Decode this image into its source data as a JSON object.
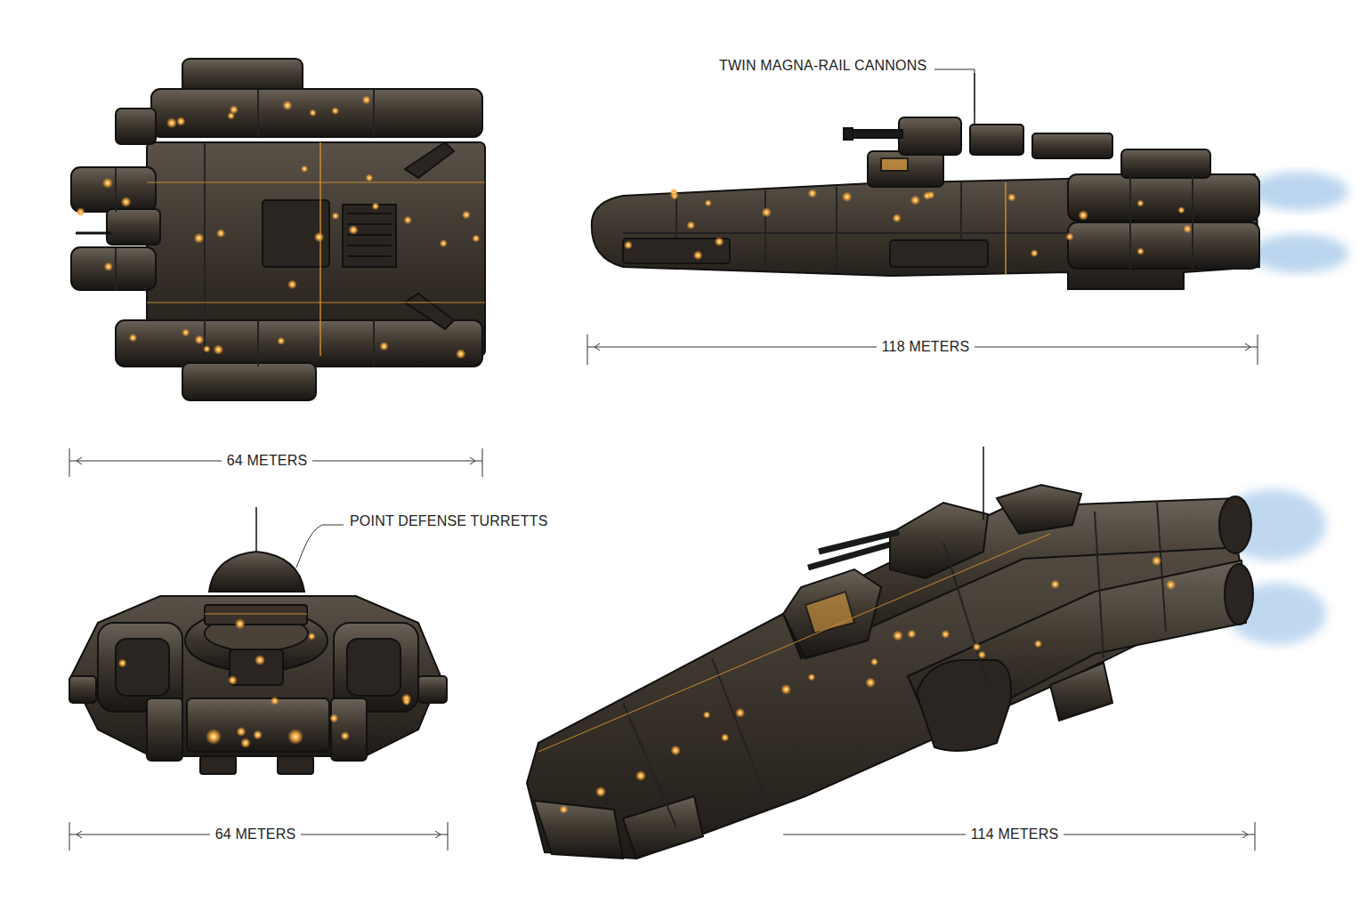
{
  "diagram": {
    "labels": [
      "TWIN MAGNA-RAIL CANNONS",
      "118 METERS",
      "64 METERS",
      "POINT DEFENSE TURRETTS",
      "64 METERS",
      "114 METERS"
    ]
  }
}
